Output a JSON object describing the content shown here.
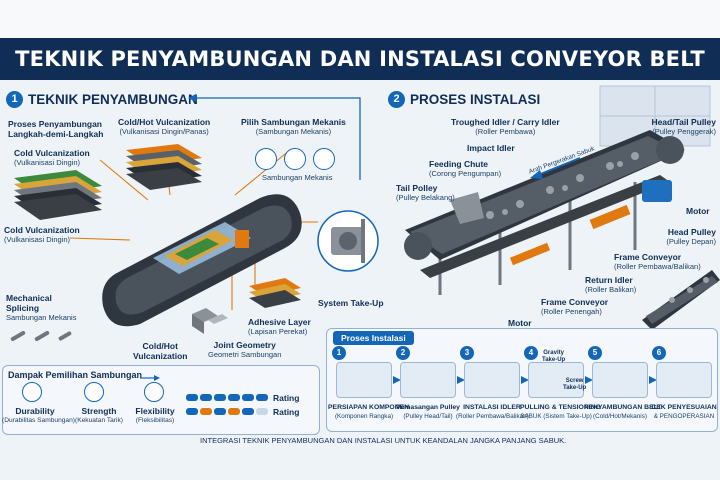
{
  "title": "TEKNIK PENYAMBUNGAN DAN INSTALASI CONVEYOR BELT",
  "section1": {
    "number": "1",
    "heading": "TEKNIK PENYAMBUNGAN",
    "stepwise": {
      "line1": "Proses Penyambungan",
      "line2": "Langkah-demi-Langkah"
    },
    "cold_top": {
      "label": "Cold Vulcanization",
      "sub": "(Vulkanisasi Dingin)"
    },
    "cold_hot": {
      "label": "Cold/Hot Vulcanization",
      "sub": "(Vulkanisasi Dingin/Panas)"
    },
    "mekanis_pick": {
      "label": "Pilih Sambungan Mekanis",
      "sub": "(Sambungan Mekanis)"
    },
    "mekanis_tools_caption": "Sambungan Mekanis",
    "cold_left": {
      "label": "Cold Vulcanization",
      "sub": "(Vulkanisasi Dingin)"
    },
    "mechanical": {
      "line1": "Mechanical",
      "line2": "Splicing",
      "sub": "Sambungan Mekanis"
    },
    "cold_hot_bottom": {
      "line1": "Cold/Hot",
      "line2": "Vulcanization"
    },
    "joint": {
      "label": "Joint Geometry",
      "sub": "Geometri Sambungan"
    },
    "adhesive": {
      "label": "Adhesive Layer",
      "sub": "(Lapisan Perekat)"
    },
    "takeup": "System Take-Up"
  },
  "impact": {
    "heading": "Dampak Pemilihan Sambungan",
    "items": [
      {
        "label": "Durability",
        "sub": "(Durabilitas Sambungan)"
      },
      {
        "label": "Strength",
        "sub": "(Kekuatan Tarik)"
      },
      {
        "label": "Flexibility",
        "sub": "(Fleksibilitas)"
      }
    ],
    "ratings": [
      {
        "label": "Rating",
        "fraction": 1.0
      },
      {
        "label": "Rating",
        "fraction": 0.85
      }
    ]
  },
  "section2": {
    "number": "2",
    "heading": "PROSES INSTALASI",
    "troughed": {
      "label": "Troughed Idler / Carry Idler",
      "sub": "(Roller Pembawa)"
    },
    "impact_idler": "Impact Idler",
    "feeding": {
      "label": "Feeding Chute",
      "sub": "(Corong Pengumpan)"
    },
    "tail": {
      "label": "Tail Polley",
      "sub": "(Pulley Belakang)"
    },
    "direction": "Arah Pergerakan Sabuk",
    "head_tail": {
      "label": "Head/Tail Pulley",
      "sub": "(Pulley Penggerak)"
    },
    "motor_right": "Motor",
    "head_pulley": {
      "label": "Head Pulley",
      "sub": "(Pulley Depan)"
    },
    "frame_right": {
      "label": "Frame Conveyor",
      "sub": "(Roller Pembawa/Balikan)"
    },
    "return_idler": {
      "label": "Return Idler",
      "sub": "(Roller Balikan)"
    },
    "frame_bottom": {
      "label": "Frame Conveyor",
      "sub": "(Roller Penengah)"
    },
    "motor_bottom": "Motor"
  },
  "process": {
    "heading": "Proses Instalasi",
    "steps": [
      {
        "num": "1",
        "line1": "PERSIAPAN KOMPONEN",
        "line2": "(Komponen Rangka)"
      },
      {
        "num": "2",
        "line1": "Pemasangan Pulley",
        "line2": "(Pulley Head/Tail)"
      },
      {
        "num": "3",
        "line1": "INSTALASI IDLER",
        "line2": "(Roller Pembawa/Balikan)"
      },
      {
        "num": "4",
        "line1": "PULLING & TENSIONING",
        "line2": "SABUK (Sistem Take-Up)"
      },
      {
        "num": "5",
        "line1": "PENYAMBUNGAN BELT",
        "line2": "(Cold/Hot/Mekanis)"
      },
      {
        "num": "6",
        "line1": "CEK PENYESUAIAN",
        "line2": "& PENGOPERASIAN"
      }
    ],
    "gravity": {
      "line1": "Gravity",
      "line2": "Take-Up"
    },
    "screw": {
      "line1": "Screw",
      "line2": "Take-Up"
    }
  },
  "footer": "INTEGRASI TEKNIK PENYAMBUNGAN DAN INSTALASI UNTUK KEANDALAN JANGKA PANJANG SABUK.",
  "colors": {
    "navy": "#0f2d55",
    "accent_blue": "#1466b8",
    "orange": "#e07a10",
    "belt": "#2f3640"
  }
}
